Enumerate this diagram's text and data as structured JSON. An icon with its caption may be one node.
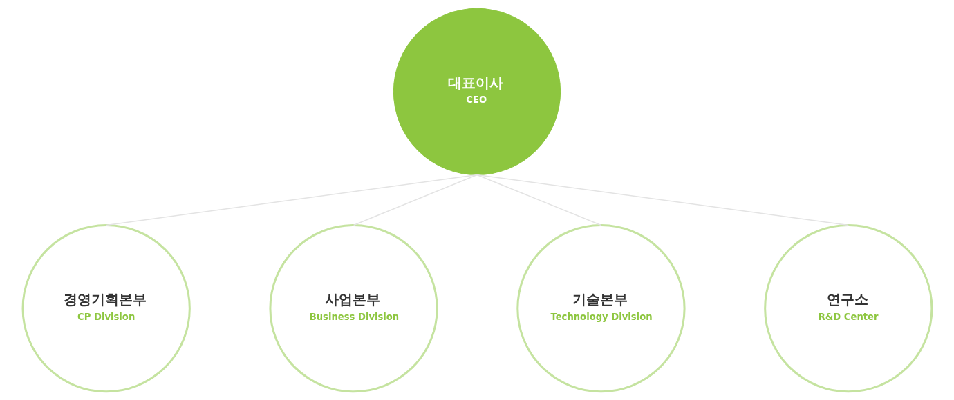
{
  "diagram": {
    "nodes": [
      {
        "text": [
          "대표이사",
          "CEO"
        ]
      },
      {
        "text": [
          "경영기획본부",
          "CP Division"
        ]
      },
      {
        "text": [
          "사업본부",
          "Business Division"
        ]
      },
      {
        "text": [
          "기술본부",
          "Technology Division"
        ]
      },
      {
        "text": [
          "연구소",
          "R&D Center"
        ]
      }
    ],
    "edges": [
      {
        "from": 0,
        "to": 1,
        "arrow": "none"
      },
      {
        "from": 0,
        "to": 2,
        "arrow": "none"
      },
      {
        "from": 0,
        "to": 3,
        "arrow": "none"
      },
      {
        "from": 0,
        "to": 4,
        "arrow": "none"
      }
    ]
  }
}
